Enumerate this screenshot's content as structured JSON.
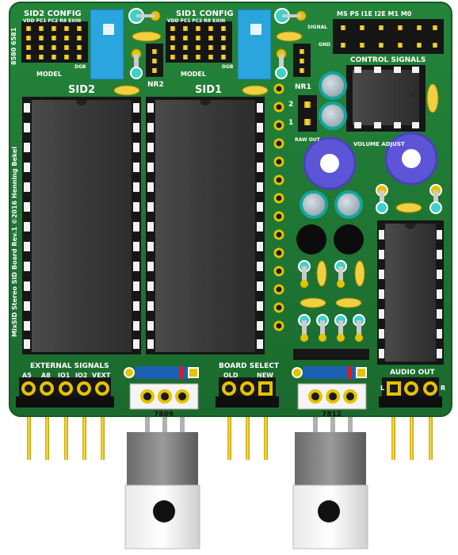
{
  "board": {
    "text": {
      "sid2_config": "SID2 CONFIG",
      "sid1_config": "SID1 CONFIG",
      "pins_header": "VDD FC1 FC2 R8 EXIN",
      "model": "MODEL",
      "dgb": "DGB",
      "nr2": "NR2",
      "nr1": "NR1",
      "sid2": "SID2",
      "sid1": "SID1",
      "chip_types": "8580  6581",
      "signal": "SIGNAL",
      "gnd": "GND",
      "ctrl_pins": "MS  PS  I1E  I2E  M1  M0",
      "control_signals": "CONTROL SIGNALS",
      "raw_out": "RAW OUT",
      "num2": "2",
      "num1": "1",
      "volume_adjust": "VOLUME ADJUST",
      "side_text": "MixSID Stereo SID Board Rev.1 ©2016 Henning Bekel",
      "external_signals": "EXTERNAL SIGNALS",
      "ext_pins": [
        "A5",
        "A8",
        "IO1",
        "IO2",
        "VEXT"
      ],
      "board_select": "BOARD SELECT",
      "old": "OLD",
      "new": "NEW",
      "reg_7809": "7809",
      "reg_7812": "7812",
      "audio_out": "AUDIO OUT",
      "l": "L",
      "r": "R"
    },
    "colors": {
      "pcb": "#1f7a33",
      "pcb_edge": "#15592a",
      "gold": "#e6c200",
      "chip": "#3d3d3d",
      "pot_blue": "#2aa5dd",
      "pot_purple": "#5d55d8",
      "cap": "#a8b8c0",
      "diode": "#1b5fb3",
      "silkscreen": "#ffffff"
    }
  }
}
